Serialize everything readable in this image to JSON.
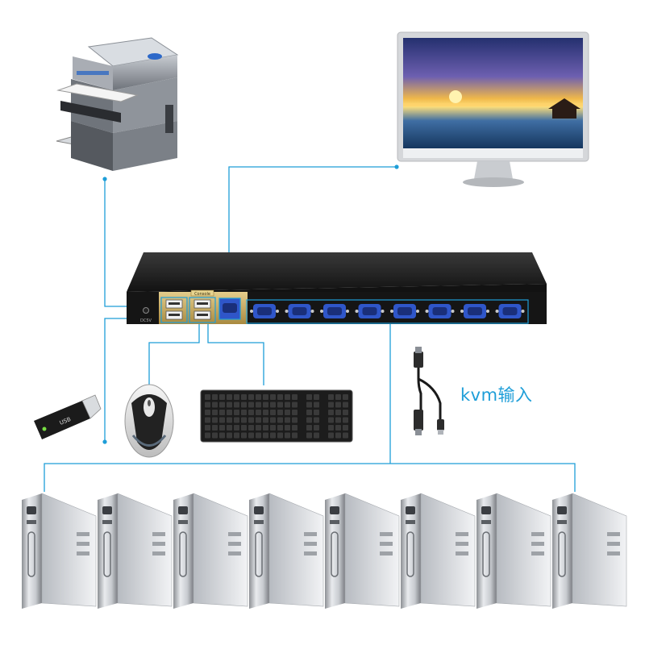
{
  "labels": {
    "kvm_input": "kvm输入",
    "console_tag": "Console",
    "usb_stick_text": "USB",
    "power_label": "DC5V"
  },
  "colors": {
    "connector_line": "#1e9ed8",
    "switch_body": "#1c1c1c",
    "gold_panel": "#c9a95c",
    "vga_port": "#2f56c9",
    "label_text": "#1e9ed8"
  },
  "devices": {
    "printer": "printer-icon",
    "monitor": "monitor-icon",
    "usb_stick": "usb-stick-icon",
    "mouse": "mouse-icon",
    "keyboard": "keyboard-icon",
    "kvm_cable": "kvm-cable-icon",
    "computer": "computer-tower-icon"
  },
  "switch": {
    "vga_port_count": 8,
    "usb_port_count": 4
  },
  "computers": {
    "count": 8
  }
}
